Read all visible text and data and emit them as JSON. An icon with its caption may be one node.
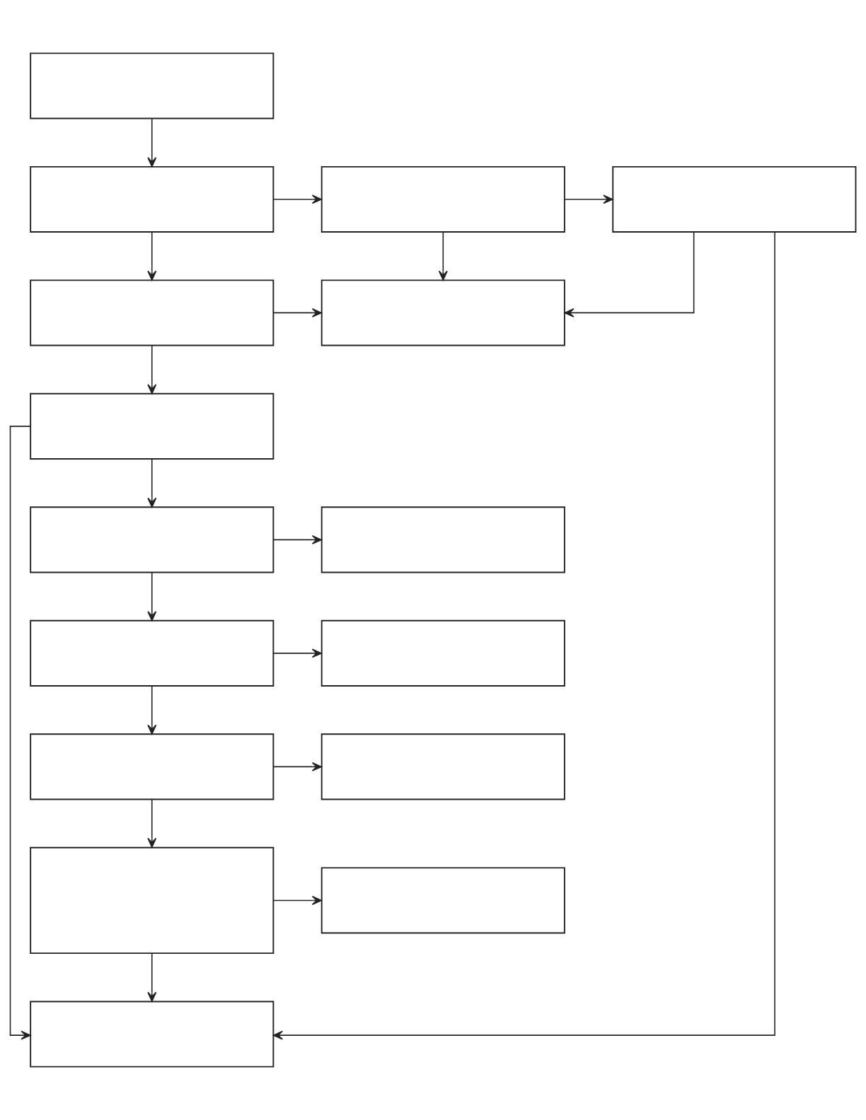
{
  "diagram": {
    "nodes": [
      {
        "text": [],
        "shape": "box"
      },
      {
        "text": [],
        "shape": "box"
      },
      {
        "text": [],
        "shape": "box"
      },
      {
        "text": [],
        "shape": "box"
      },
      {
        "text": [],
        "shape": "box"
      },
      {
        "text": [],
        "shape": "box"
      },
      {
        "text": [],
        "shape": "box"
      },
      {
        "text": [],
        "shape": "box"
      },
      {
        "text": [],
        "shape": "box"
      },
      {
        "text": [],
        "shape": "box"
      },
      {
        "text": [],
        "shape": "box"
      },
      {
        "text": [],
        "shape": "box"
      },
      {
        "text": [],
        "shape": "box"
      },
      {
        "text": [],
        "shape": "box"
      },
      {
        "text": [],
        "shape": "box"
      },
      {
        "text": [],
        "shape": "box"
      }
    ],
    "edges": [
      {
        "from": 0,
        "to": 1,
        "arrow": "to"
      },
      {
        "from": 1,
        "to": 2,
        "arrow": "to"
      },
      {
        "from": 2,
        "to": 3,
        "arrow": "to"
      },
      {
        "from": 1,
        "to": 4,
        "arrow": "to"
      },
      {
        "from": 2,
        "to": 5,
        "arrow": "to"
      },
      {
        "from": 4,
        "to": 5,
        "arrow": "to"
      },
      {
        "from": 3,
        "to": 5,
        "arrow": "to"
      },
      {
        "from": 4,
        "to": 6,
        "arrow": "to"
      },
      {
        "from": 6,
        "to": 7,
        "arrow": "to"
      },
      {
        "from": 7,
        "to": 8,
        "arrow": "to"
      },
      {
        "from": 7,
        "to": 9,
        "arrow": "to"
      },
      {
        "from": 9,
        "to": 10,
        "arrow": "to"
      },
      {
        "from": 9,
        "to": 11,
        "arrow": "to"
      },
      {
        "from": 11,
        "to": 12,
        "arrow": "to"
      },
      {
        "from": 11,
        "to": 13,
        "arrow": "to"
      },
      {
        "from": 13,
        "to": 14,
        "arrow": "to"
      },
      {
        "from": 13,
        "to": 15,
        "arrow": "to"
      },
      {
        "from": 6,
        "to": 15,
        "arrow": "to"
      },
      {
        "from": 3,
        "to": 15,
        "arrow": "to"
      }
    ]
  }
}
